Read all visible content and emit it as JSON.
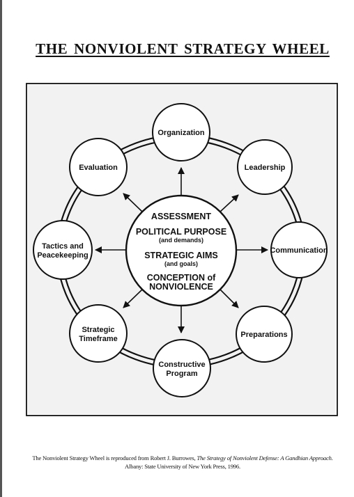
{
  "title": "THE NONVIOLENT STRATEGY WHEEL",
  "hub": {
    "assessment": "ASSESSMENT",
    "political_purpose": "POLITICAL PURPOSE",
    "political_purpose_sub": "(and demands)",
    "strategic_aims": "STRATEGIC AIMS",
    "strategic_aims_sub": "(and goals)",
    "conception_line1": "CONCEPTION of",
    "conception_line2": "NONVIOLENCE"
  },
  "nodes": [
    {
      "lines": [
        "Organization"
      ]
    },
    {
      "lines": [
        "Leadership"
      ]
    },
    {
      "lines": [
        "Communication"
      ]
    },
    {
      "lines": [
        "Preparations"
      ]
    },
    {
      "lines": [
        "Constructive",
        "Program"
      ]
    },
    {
      "lines": [
        "Strategic",
        "Timeframe"
      ]
    },
    {
      "lines": [
        "Tactics and",
        "Peacekeeping"
      ]
    },
    {
      "lines": [
        "Evaluation"
      ]
    }
  ],
  "caption": {
    "line1_prefix": "The Nonviolent Strategy Wheel is reproduced from Robert J. Burrowes,",
    "line1_title": "The Strategy of Nonviolent Defense: A Gandhian Approach.",
    "line2": "Albany: State University of New York Press, 1996."
  }
}
